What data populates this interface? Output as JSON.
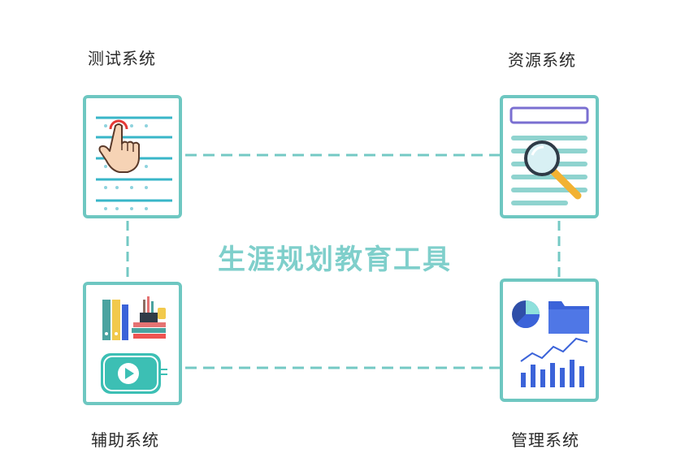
{
  "diagram": {
    "title": "生涯规划教育工具",
    "nodes": {
      "test": {
        "label": "测试系统",
        "icon": "hand-pointer-list-icon"
      },
      "resource": {
        "label": "资源系统",
        "icon": "document-search-icon"
      },
      "assist": {
        "label": "辅助系统",
        "icon": "books-video-icon"
      },
      "manage": {
        "label": "管理系统",
        "icon": "chart-folder-icon"
      }
    },
    "colors": {
      "accent": "#6ec7c1",
      "line": "#74c9c4",
      "title": "#7fcfcb",
      "label": "#2b2b2b",
      "blue": "#3b63d9"
    }
  }
}
